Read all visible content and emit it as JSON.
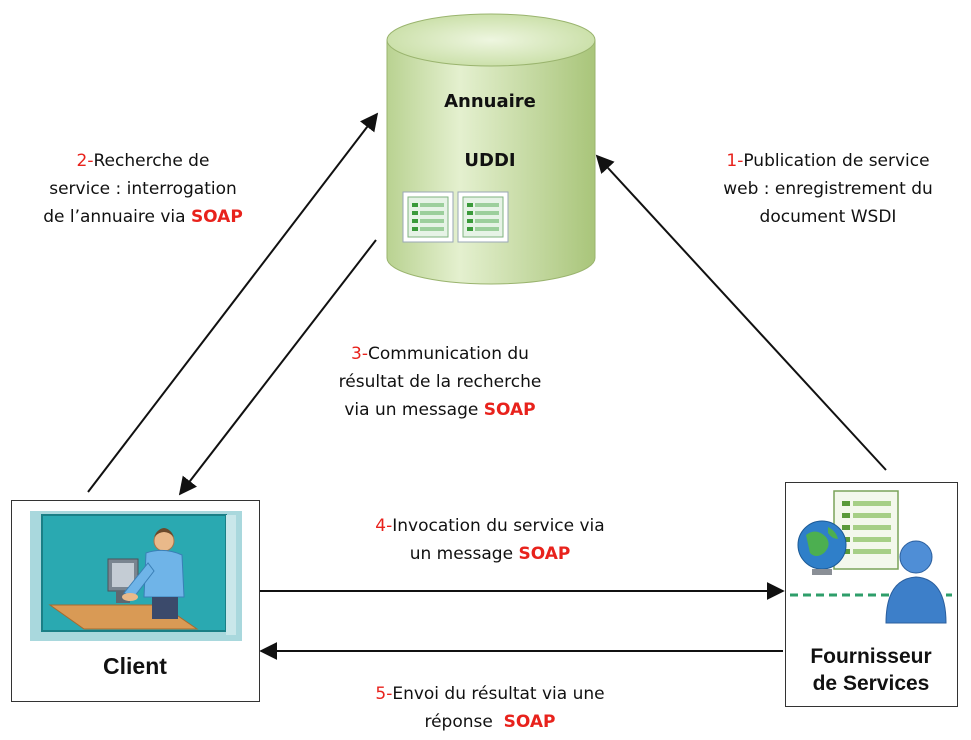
{
  "database": {
    "title_line1": "Annuaire",
    "title_line2": "UDDI",
    "icon": "document-icons"
  },
  "client": {
    "label": "Client",
    "icon": "person-at-computer-icon"
  },
  "provider": {
    "label_line1": "Fournisseur",
    "label_line2": "de Services",
    "icon": "globe-document-user-icon"
  },
  "steps": [
    {
      "number": "1-",
      "lines": [
        "Publication de service",
        "web : enregistrement du",
        "document WSDI"
      ],
      "soap": ""
    },
    {
      "number": "2-",
      "lines": [
        "Recherche de",
        "service : interrogation",
        "de l’annuaire via "
      ],
      "soap": "SOAP"
    },
    {
      "number": "3-",
      "lines": [
        "Communication du",
        "résultat de la recherche",
        "via un message "
      ],
      "soap": "SOAP"
    },
    {
      "number": "4-",
      "lines": [
        "Invocation du service via",
        "un message "
      ],
      "soap": "SOAP"
    },
    {
      "number": "5-",
      "lines": [
        "Envoi du résultat via une",
        "réponse  "
      ],
      "soap": "SOAP"
    }
  ],
  "colors": {
    "number_red": "#e8221c",
    "cylinder_green": "#d3e6b4",
    "panel_teal": "#29a8b0",
    "provider_blue": "#3d7fc9"
  }
}
